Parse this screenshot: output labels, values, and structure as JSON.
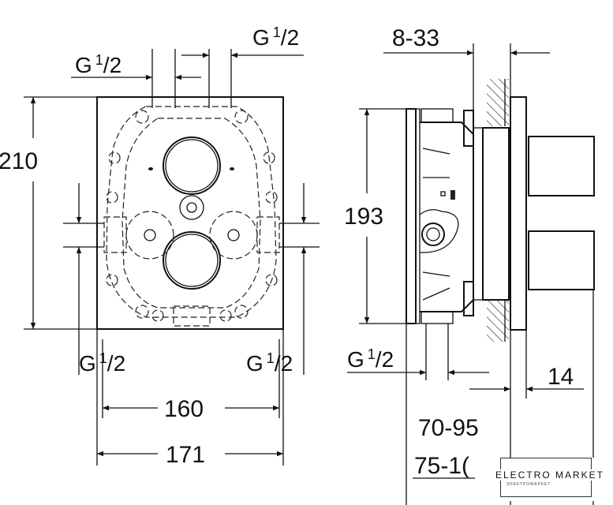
{
  "front_view": {
    "thread_top_left": {
      "g": "G",
      "num": "1",
      "den": "/2"
    },
    "thread_top_right": {
      "g": "G",
      "num": "1",
      "den": "/2"
    },
    "thread_bottom_left": {
      "g": "G",
      "num": "1",
      "den": "/2"
    },
    "thread_bottom_right": {
      "g": "G",
      "num": "1",
      "den": "/2"
    },
    "height": "210",
    "inner_width": "160",
    "outer_width": "171"
  },
  "side_view": {
    "wall_depth": "8-33",
    "height": "193",
    "thread": {
      "g": "G",
      "num": "1",
      "den": "/2"
    },
    "plate_thickness": "14",
    "install_depth": "70-95",
    "total_depth": "75-1("
  },
  "watermark": {
    "title": "ELECTRO MARKET",
    "subtitle": "ЭЛЕКТРОМАРКЕТ"
  }
}
